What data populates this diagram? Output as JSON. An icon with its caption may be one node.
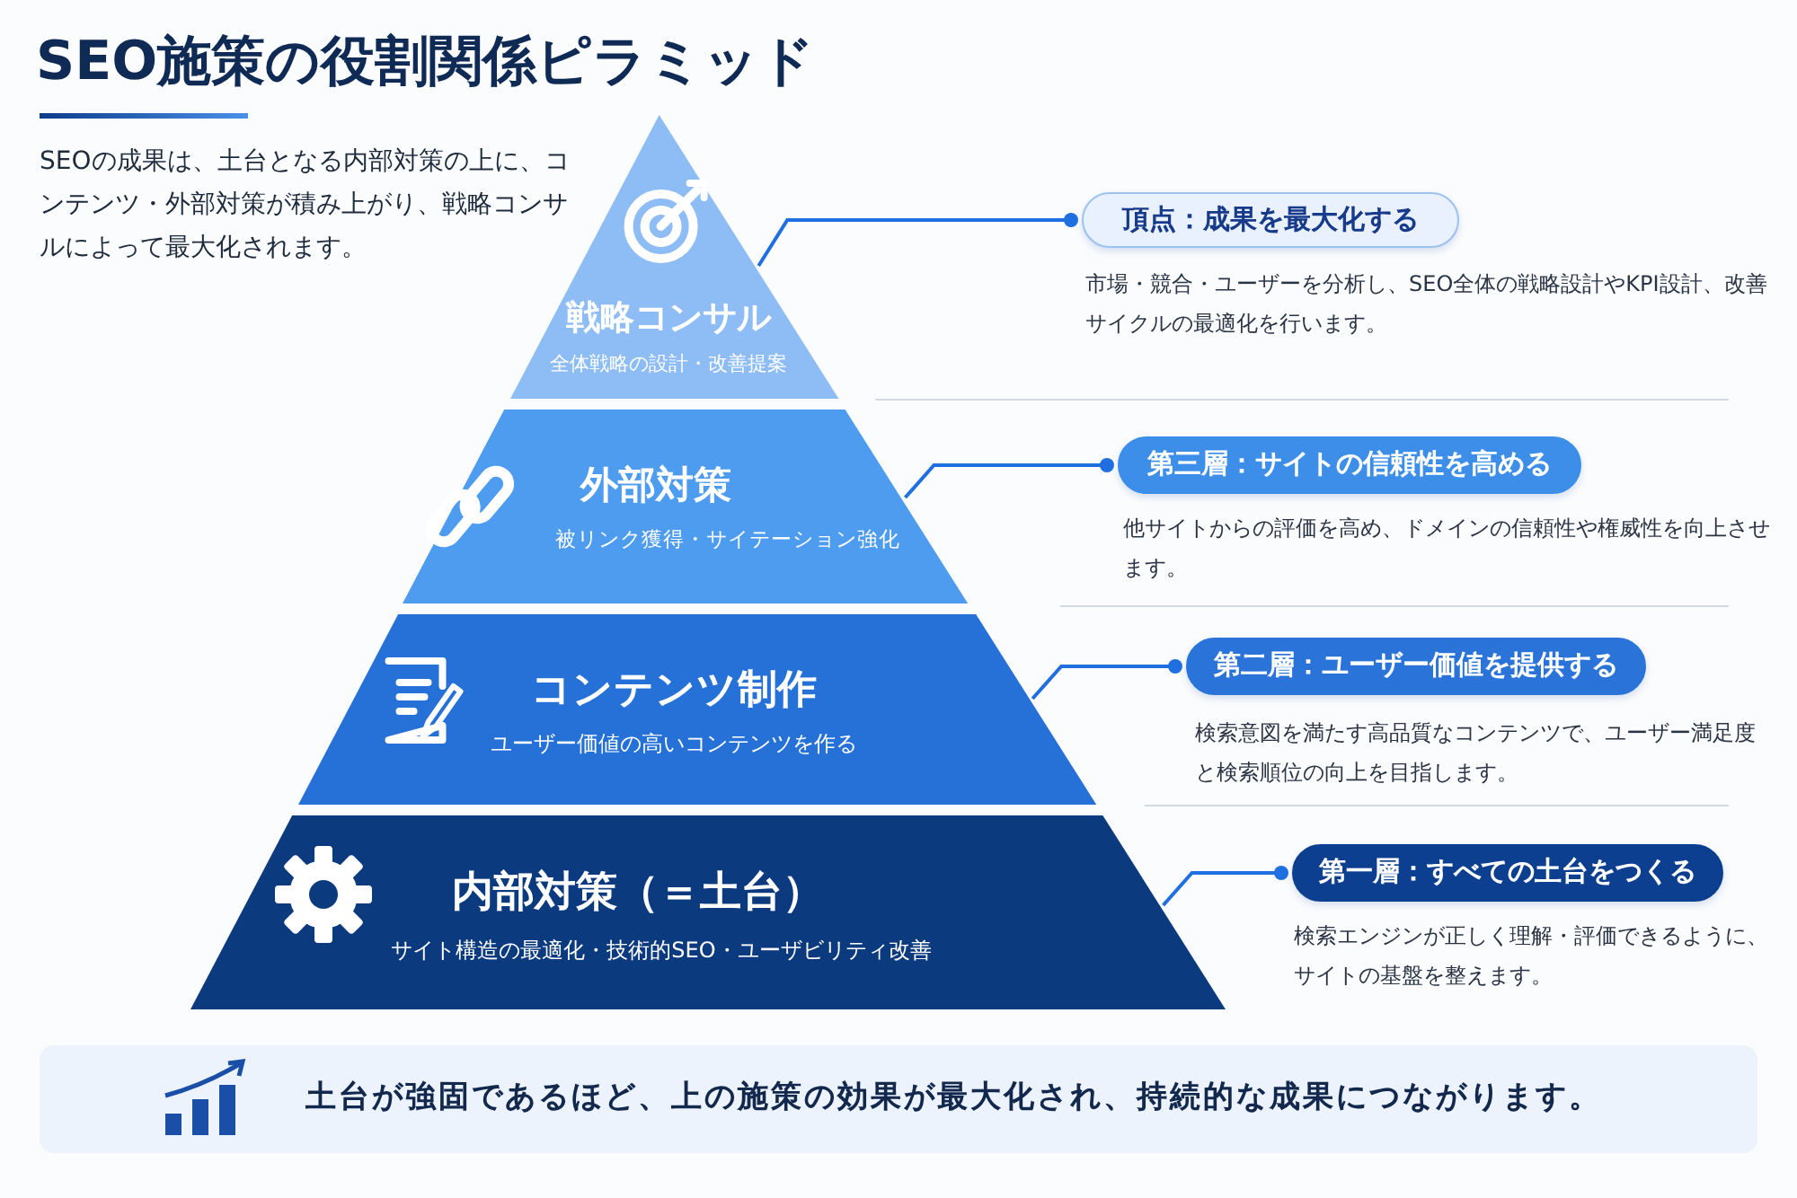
{
  "diagram": {
    "title": "SEO施策の役割関係ピラミッド",
    "nodes": [
      {
        "text": [
          "戦略コンサル",
          "全体戦略の設計・改善提案"
        ]
      },
      {
        "text": [
          "外部対策",
          "被リンク獲得・サイテーション強化"
        ]
      },
      {
        "text": [
          "コンテンツ制作",
          "ユーザー価値の高いコンテンツを作る"
        ]
      },
      {
        "text": [
          "内部対策（＝土台）",
          "サイト構造の最適化・技術的SEO・ユーザビリティ改善"
        ]
      },
      {
        "text": [
          "頂点：成果を最大化する"
        ],
        "beside": [
          "市場・競合・ユーザーを分析し、SEO全体の戦略設計やKPI設計、改善サイクルの最適化を行います。"
        ]
      },
      {
        "text": [
          "第三層：サイトの信頼性を高める"
        ],
        "beside": [
          "他サイトからの評価を高め、ドメインの信頼性や権威性を向上させます。"
        ]
      },
      {
        "text": [
          "第二層：ユーザー価値を提供する"
        ],
        "beside": [
          "検索意図を満たす高品質なコンテンツで、ユーザー満足度と検索順位の向上を目指します。"
        ]
      },
      {
        "text": [
          "第一層：すべての土台をつくる"
        ],
        "beside": [
          "検索エンジンが正しく理解・評価できるように、サイトの基盤を整えます。"
        ]
      },
      {
        "text": [
          "土台が強固であるほど、上の施策の効果が最大化され、持続的な成果につながります。"
        ]
      }
    ],
    "edges": [
      {
        "from": 0,
        "to": 4,
        "arrow": "other"
      },
      {
        "from": 1,
        "to": 5,
        "arrow": "other"
      },
      {
        "from": 2,
        "to": 6,
        "arrow": "other"
      },
      {
        "from": 3,
        "to": 7,
        "arrow": "other"
      }
    ],
    "labels": [
      "SEOの成果は、土台となる内部対策の上に、コンテンツ・外部対策が積み上がり、戦略コンサルによって最大化されます。"
    ]
  }
}
